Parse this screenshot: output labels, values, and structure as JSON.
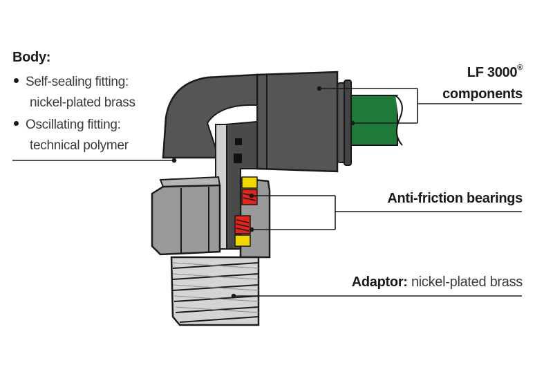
{
  "body_label": {
    "title": "Body:",
    "items": [
      {
        "line1": "Self-sealing fitting:",
        "line2": "nickel-plated brass"
      },
      {
        "line1": "Oscillating fitting:",
        "line2": "technical polymer"
      }
    ]
  },
  "lf_label": {
    "line1": "LF 3000",
    "line1_sup": "®",
    "line2": "components"
  },
  "bearings_label": {
    "text": "Anti-friction bearings"
  },
  "adaptor_label": {
    "bold": "Adaptor:",
    "light": "nickel-plated brass"
  },
  "colors": {
    "body_dark": "#4a4a4a",
    "body_mid": "#6e6e6e",
    "hex_grey": "#9a9a9a",
    "thread_grey": "#c8c8c8",
    "tube_green": "#1f7a3a",
    "bearing_yellow": "#f2d600",
    "spring_red": "#e0251b"
  }
}
